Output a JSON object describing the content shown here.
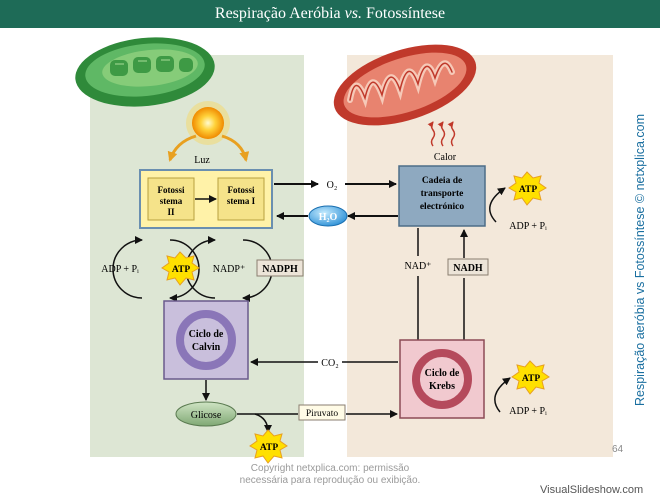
{
  "title": {
    "part1": "Respiração Aeróbia ",
    "vs": "vs.",
    "part2": " Fotossíntese"
  },
  "labels": {
    "luz": "Luz",
    "calor": "Calor",
    "ps2_line1": "Fotossi",
    "ps2_line2": "stema",
    "ps2_line3": "II",
    "ps1_line1": "Fotossi",
    "ps1_line2": "stema I",
    "o2": "O₂",
    "h2o": "H₂O",
    "etc_line1": "Cadeia de",
    "etc_line2": "transporte",
    "etc_line3": "electrónico",
    "atp": "ATP",
    "adp_pi": "ADP + Pᵢ",
    "nadp": "NADP⁺",
    "nadph": "NADPH",
    "nad": "NAD⁺",
    "nadh": "NADH",
    "calvin_line1": "Ciclo de",
    "calvin_line2": "Calvin",
    "co2": "CO₂",
    "krebs_line1": "Ciclo de",
    "krebs_line2": "Krebs",
    "glicose": "Glicose",
    "piruvato": "Piruvato"
  },
  "side_text": "Respiração aeróbia vs Fotossíntese © netxplica.com",
  "copyright": {
    "line1": "Copyright netxplica.com: permissão",
    "line2": "necessária para reprodução ou exibição."
  },
  "page_number": "64",
  "watermark": "VisualSlideshow.com",
  "colors": {
    "title_bar": "#1e6b57",
    "chloroplast_panel": "#dde6d4",
    "mitochondria_panel": "#f3e8da",
    "photosystem_box": "#fff2a8",
    "calvin_box": "#c9bfdc",
    "krebs_box": "#f1c9cf",
    "etc_box": "#8ea9c0",
    "atp_burst": "#ffe000",
    "side_text": "#1a6fa0"
  }
}
